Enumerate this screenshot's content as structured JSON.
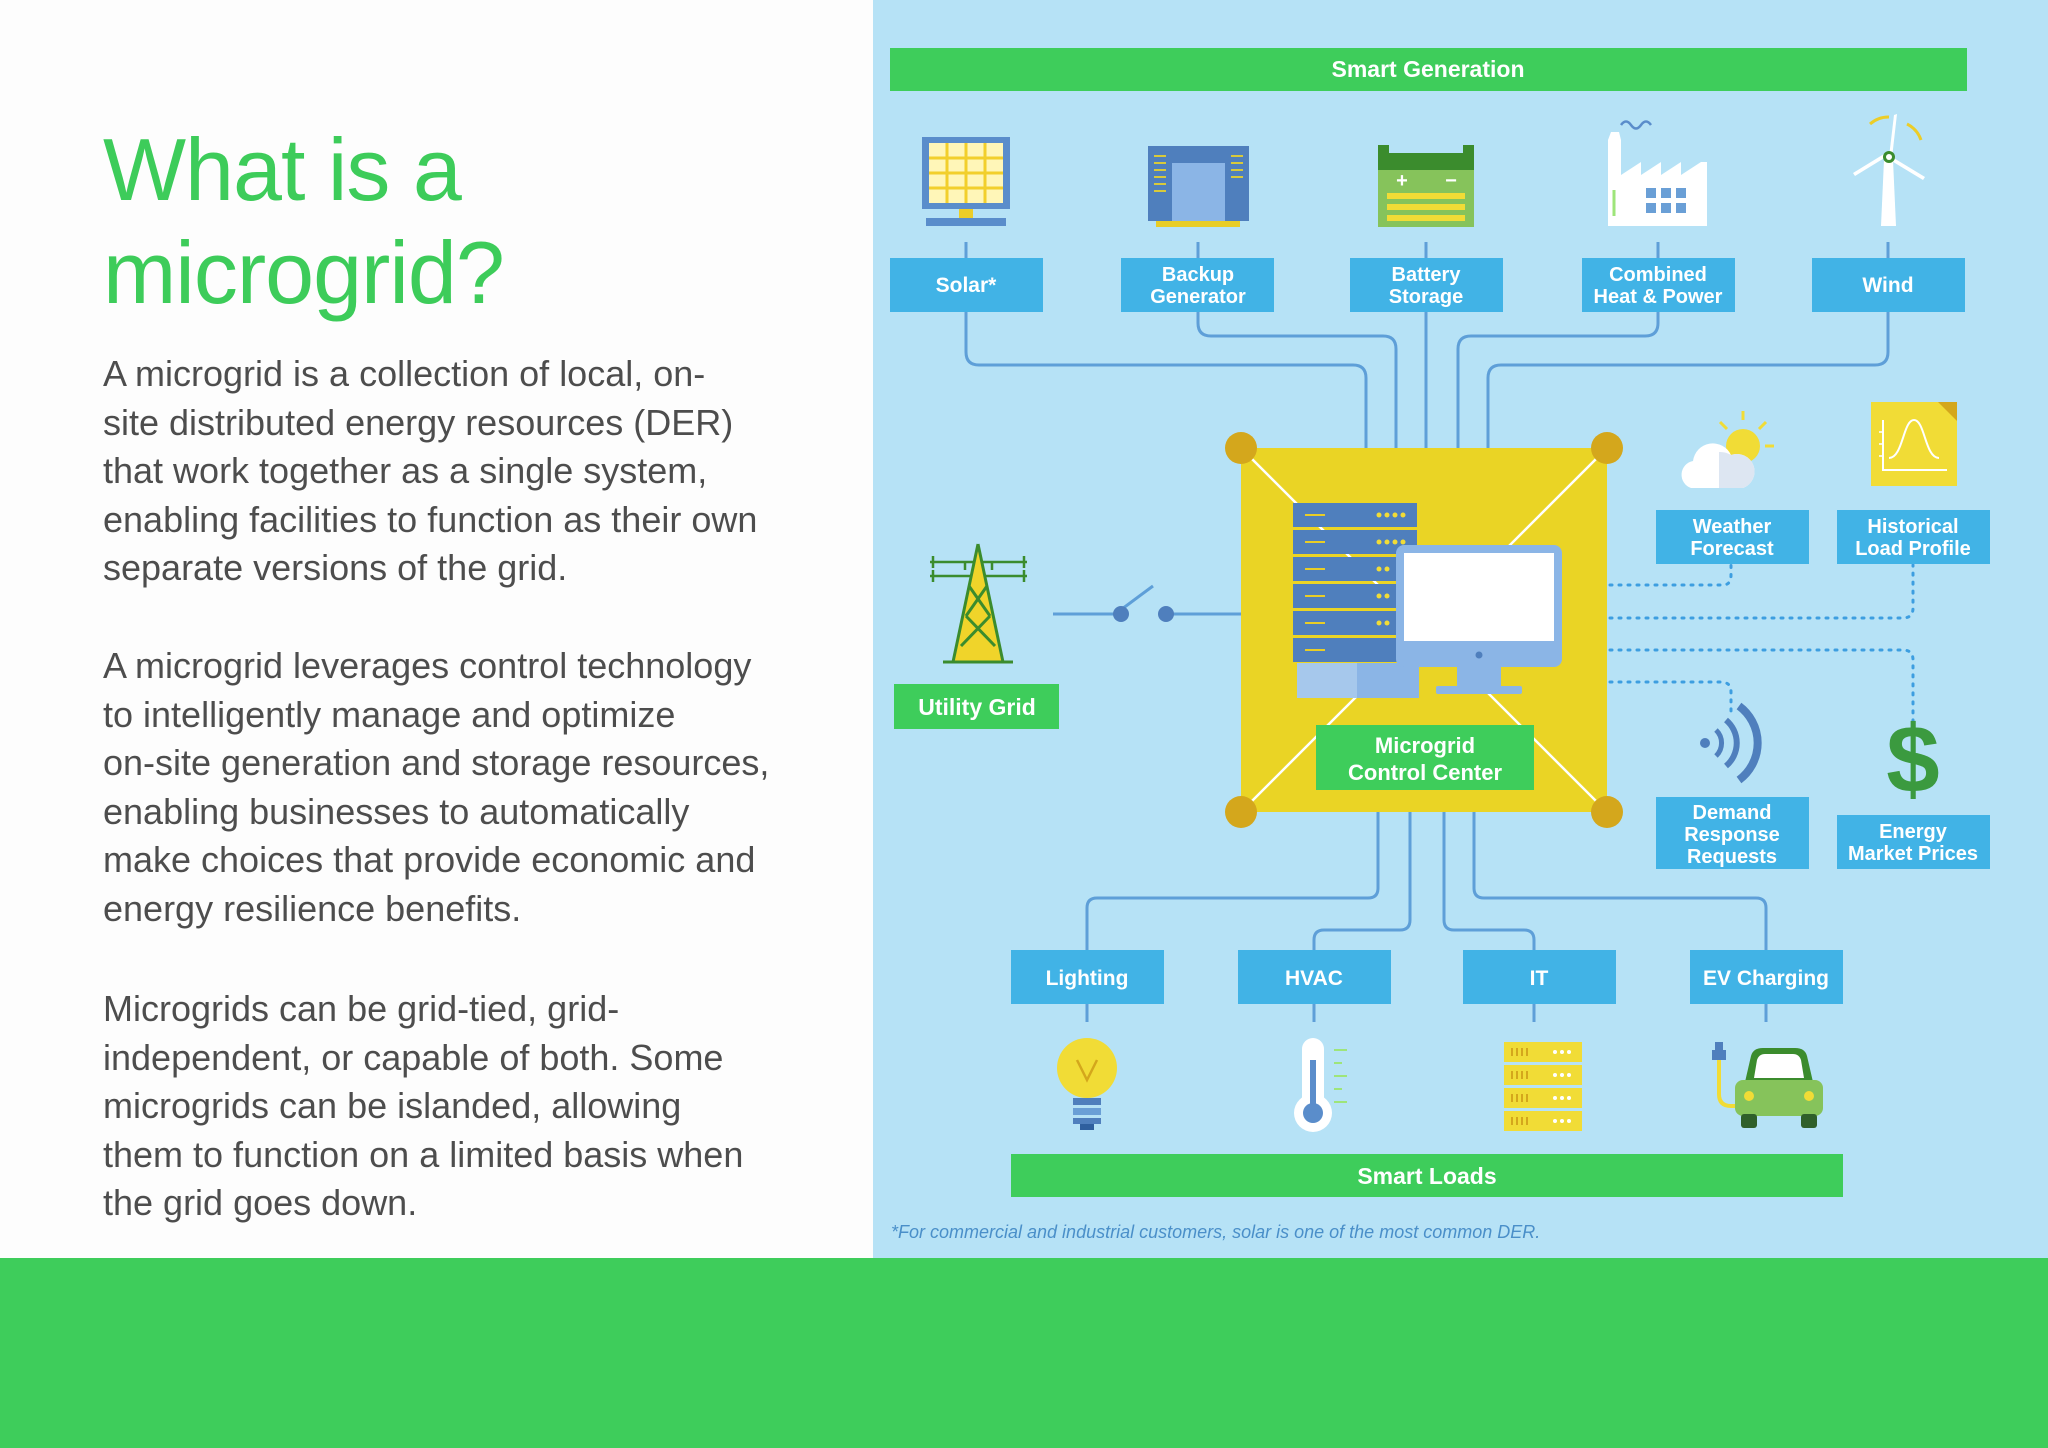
{
  "intro": {
    "title_line1": "What is a",
    "title_line2": "microgrid?",
    "paragraph1_lines": [
      "A microgrid is a collection of local, on-",
      "site distributed energy resources (DER)",
      "that work together as a single system,",
      "enabling facilities to function as their own",
      "separate versions of the grid."
    ],
    "paragraph2_lines": [
      "A microgrid leverages control technology",
      "to intelligently manage and optimize",
      "on-site generation and storage resources,",
      "enabling businesses to automatically",
      "make choices that provide economic and",
      "energy resilience benefits."
    ],
    "paragraph3_lines": [
      "Microgrids can be grid-tied, grid-",
      "independent, or capable of both. Some",
      "microgrids can be islanded, allowing",
      "them to function on a limited basis when",
      "the grid goes down."
    ]
  },
  "diagram": {
    "smart_generation_label": "Smart Generation",
    "generation": {
      "solar": "Solar*",
      "backup_generator": [
        "Backup",
        "Generator"
      ],
      "battery_storage": [
        "Battery",
        "Storage"
      ],
      "combined_heat_power": [
        "Combined",
        "Heat & Power"
      ],
      "wind": "Wind"
    },
    "utility_grid_label": "Utility Grid",
    "control_center_label": [
      "Microgrid",
      "Control Center"
    ],
    "inputs": {
      "weather_forecast": [
        "Weather",
        "Forecast"
      ],
      "historical_load_profile": [
        "Historical",
        "Load Profile"
      ],
      "demand_response": [
        "Demand",
        "Response",
        "Requests"
      ],
      "energy_market_prices": [
        "Energy",
        "Market Prices"
      ]
    },
    "loads": {
      "lighting": "Lighting",
      "hvac": "HVAC",
      "it": "IT",
      "ev_charging": "EV Charging"
    },
    "smart_loads_label": "Smart Loads",
    "footnote": "*For commercial and industrial customers, solar is one of the most common DER."
  },
  "colors": {
    "accent_green": "#3ecd5b",
    "label_blue": "#41b3e6",
    "diagram_background": "#b6e2f6",
    "control_center_yellow": "#ead425",
    "body_text": "#4d4d4d"
  }
}
